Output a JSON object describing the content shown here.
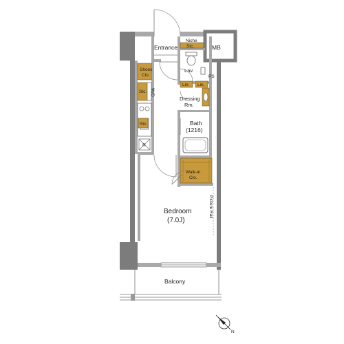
{
  "rooms": {
    "entrance": "Entrance",
    "niche_line1": "Niche",
    "niche_line2": "Stc.",
    "mb": "MB",
    "shoes_line1": "Shoes",
    "shoes_line2": "Clo.",
    "lav": "Lav.",
    "ps": "PS",
    "stc": "Stc.",
    "wd": "W/D",
    "lin1": "Lin.",
    "lin2": "Lin.",
    "dressing_line1": "Dressing",
    "dressing_line2": "Rm.",
    "bath_line1": "Bath",
    "bath_line2": "(1216)",
    "stc_kitchen": "Stc.",
    "refrigerator": "R",
    "walkin_line1": "Walk-in",
    "walkin_line2": "Clo.",
    "bedroom_line1": "Bedroom",
    "bedroom_line2": "(7.0J)",
    "picture_rail": "Picture Rail",
    "balcony": "Balcony"
  },
  "colors": {
    "storage": "#c99a3b",
    "wall_outer": "#7c7c7c",
    "wall_inner": "#a9a9a9"
  },
  "compass": {
    "icon": "north-arrow-icon",
    "label": "N"
  }
}
